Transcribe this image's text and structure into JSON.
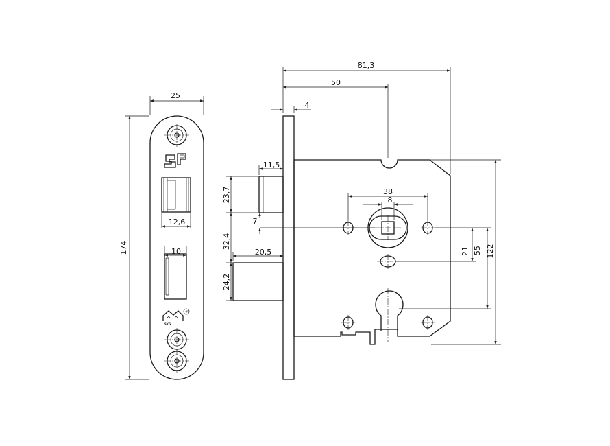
{
  "colors": {
    "line": "#1a1a1a",
    "background": "#ffffff"
  },
  "dimensions": {
    "faceplate_width": "25",
    "faceplate_height": "174",
    "latch_window_width": "12,6",
    "bolt_window_width": "10",
    "forend_thickness": "4",
    "overall_depth": "81,3",
    "backset": "50",
    "latch_projection": "11,5",
    "latch_height": "23,7",
    "latch_offset": "7",
    "latch_to_bolt": "32,4",
    "bolt_projection": "20,5",
    "bolt_height": "24,2",
    "screw_spacing": "38",
    "follower_square": "8",
    "follower_to_hole": "21",
    "follower_to_cylinder": "55",
    "case_height": "122"
  },
  "logos": {
    "skg_text": "SKG",
    "registered_mark": "®",
    "icons": [
      "bs-kitemark-icon",
      "skg-house-icon"
    ]
  }
}
